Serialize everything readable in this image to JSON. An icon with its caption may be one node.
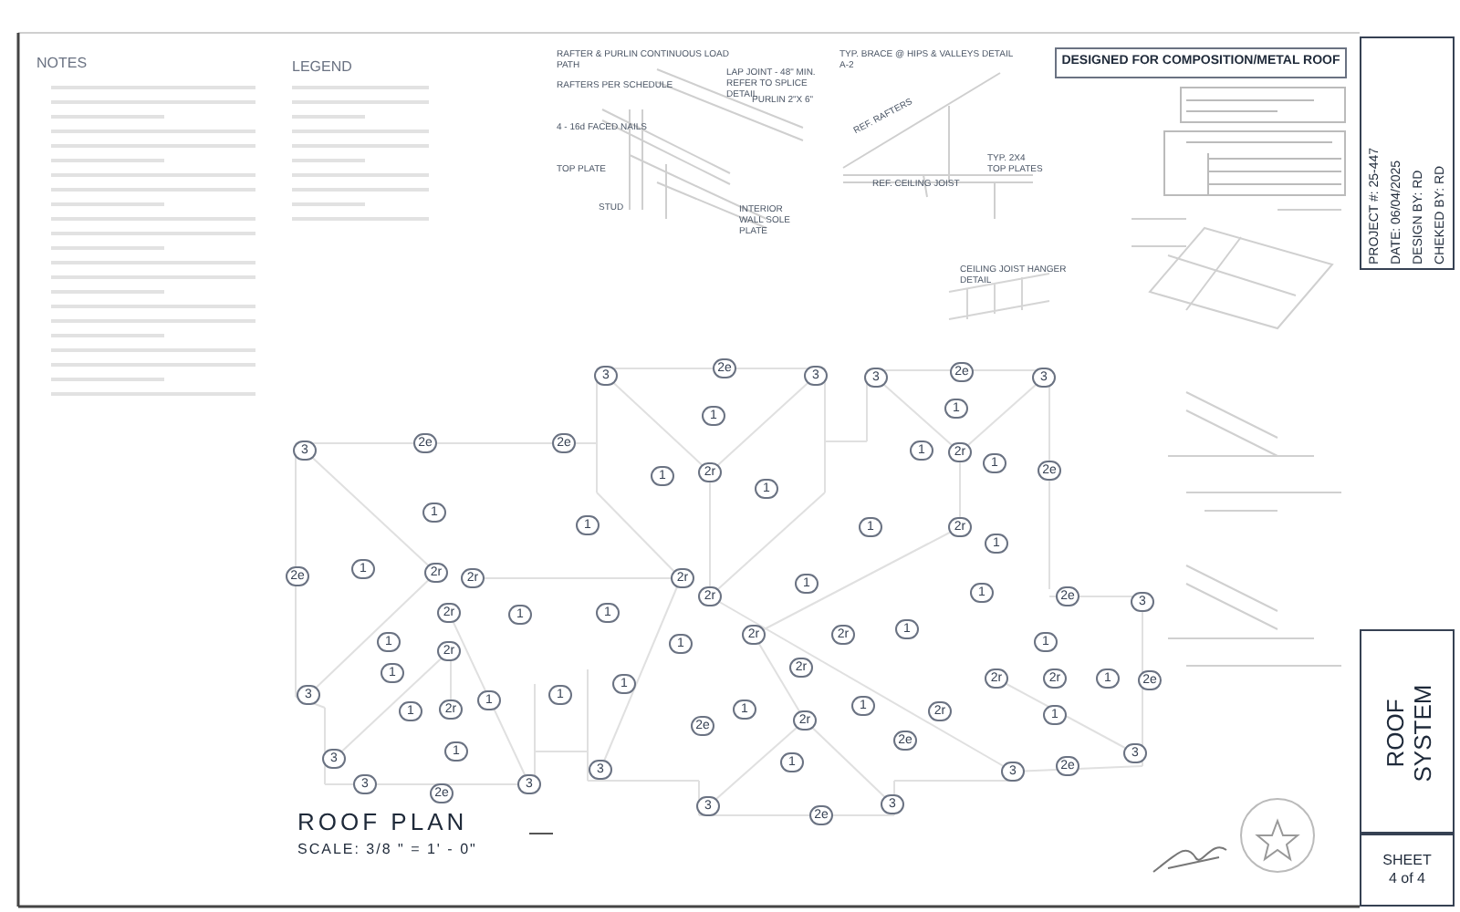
{
  "diagram": {
    "title": "ROOF PLAN",
    "caption": "SCALE: 3/8 \" = 1' - 0\"",
    "nodes": [
      {
        "text": [
          "DESIGNED FOR COMPOSITION/METAL ROOF"
        ]
      },
      {
        "text": [
          "PROJECT #: 25-447",
          "DATE: 06/04/2025",
          "DESIGN BY: RD",
          "CHEKED BY: RD"
        ]
      },
      {
        "text": [
          "ROOF SYSTEM"
        ]
      },
      {
        "text": [
          "SHEET",
          "4 of 4"
        ]
      }
    ],
    "labels": [
      "NOTES",
      "LEGEND",
      "RAFTER & PURLIN CONTINUOUS LOAD PATH",
      "RAFTERS PER SCHEDULE",
      "LAP JOINT - 48\" MIN. REFER TO SPLICE DETAIL",
      "PURLIN 2\"X 6\"",
      "4 - 16d FACED NAILS",
      "TOP PLATE",
      "STUD",
      "INTERIOR WALL SOLE PLATE",
      "TYP. BRACE @ HIPS & VALLEYS DETAIL A-2",
      "REF. RAFTERS",
      "TYP. 2X4 TOP PLATES",
      "REF. CEILING JOIST",
      "CEILING JOIST HANGER DETAIL",
      "3",
      "2e",
      "3",
      "3",
      "2e",
      "3",
      "1",
      "1",
      "3",
      "2e",
      "2e",
      "1",
      "2r",
      "1",
      "2e",
      "1",
      "2r",
      "1",
      "1",
      "1",
      "1",
      "2r",
      "1",
      "2e",
      "1",
      "2r",
      "2r",
      "2r",
      "1",
      "1",
      "2r",
      "2e",
      "3",
      "2r",
      "1",
      "1",
      "1",
      "2r",
      "1",
      "2r",
      "2r",
      "1",
      "1",
      "1",
      "1",
      "2r",
      "2r",
      "2r",
      "1",
      "2e",
      "3",
      "1",
      "2r",
      "1",
      "1",
      "1",
      "2r",
      "1",
      "2r",
      "1",
      "2e",
      "2e",
      "3",
      "1",
      "3",
      "1",
      "3",
      "2e",
      "3",
      "3",
      "2e",
      "3",
      "3",
      "2e",
      "3"
    ]
  }
}
